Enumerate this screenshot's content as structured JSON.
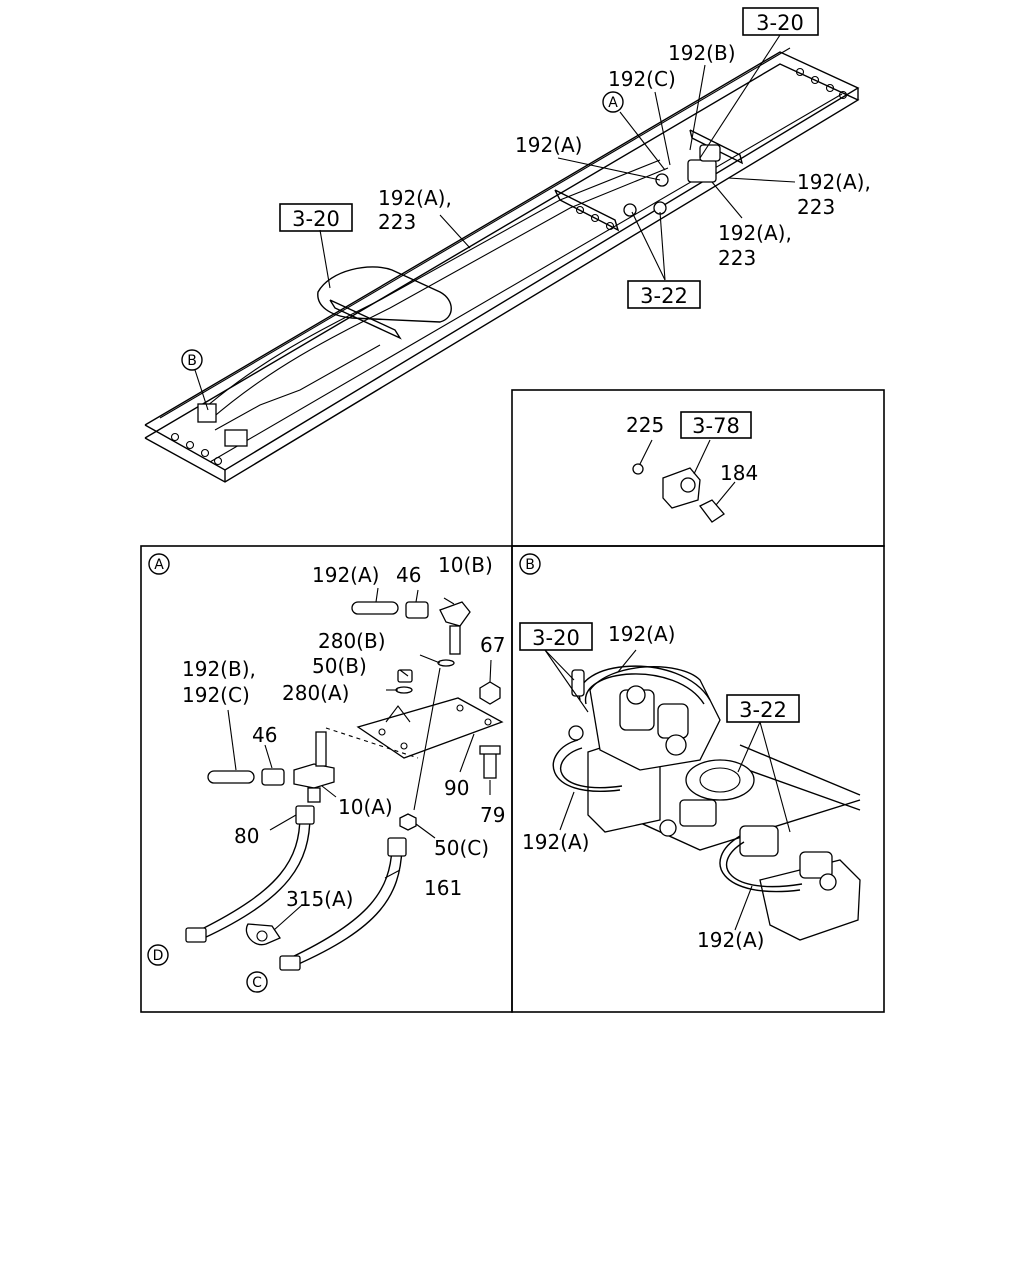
{
  "main_view": {
    "refs": {
      "ref_top": "3-20",
      "ref_left": "3-20",
      "ref_mid": "3-22"
    },
    "labels": {
      "l1": "192(B)",
      "l2": "192(C)",
      "l3": "192(A)",
      "l4a": "192(A),",
      "l4b": "223",
      "l5a": "192(A),",
      "l5b": "223",
      "l6a": "192(A),",
      "l6b": "223"
    },
    "callouts": {
      "a": "A",
      "b": "B"
    }
  },
  "panel_bracket": {
    "ref": "3-78",
    "labels": {
      "p225": "225",
      "p184": "184"
    }
  },
  "panel_a": {
    "marker": "A",
    "labels": {
      "l192a": "192(A)",
      "l46a": "46",
      "l10b": "10(B)",
      "l280b": "280(B)",
      "l67": "67",
      "l50b": "50(B)",
      "l192b": "192(B),",
      "l192c": "192(C)",
      "l280a": "280(A)",
      "l46b": "46",
      "l90": "90",
      "l10a": "10(A)",
      "l79": "79",
      "l80": "80",
      "l50c": "50(C)",
      "l315a": "315(A)",
      "l161": "161"
    },
    "ends": {
      "d": "D",
      "c": "C"
    }
  },
  "panel_b": {
    "marker": "B",
    "refs": {
      "r320": "3-20",
      "r322": "3-22"
    },
    "labels": {
      "l1": "192(A)",
      "l2": "192(A)",
      "l3": "192(A)"
    }
  }
}
